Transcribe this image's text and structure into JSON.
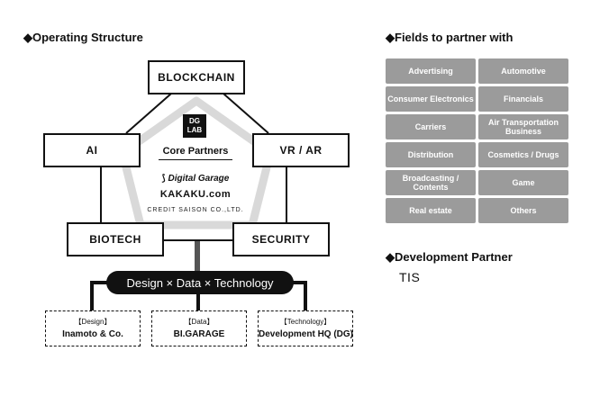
{
  "operating_structure": {
    "heading": "◆Operating Structure",
    "nodes": {
      "blockchain": "BLOCKCHAIN",
      "ai": "AI",
      "vr_ar": "VR / AR",
      "biotech": "BIOTECH",
      "security": "SECURITY"
    },
    "dg_lab_logo": {
      "line1": "DG",
      "line2": "LAB"
    },
    "core_partners": {
      "title": "Core Partners",
      "partners": [
        "Digital Garage",
        "KAKAKU.com",
        "CREDIT SAISON CO.,LTD."
      ]
    },
    "banner": "Design × Data × Technology",
    "teams": [
      {
        "role": "【Design】",
        "name": "Inamoto & Co."
      },
      {
        "role": "【Data】",
        "name": "BI.GARAGE"
      },
      {
        "role": "【Technology】",
        "name": "Development HQ (DG)"
      }
    ],
    "colors": {
      "ink": "#111111",
      "pentagon": "#d9d9d9"
    }
  },
  "fields": {
    "heading": "◆Fields to partner with",
    "items": [
      "Advertising",
      "Automotive",
      "Consumer Electronics",
      "Financials",
      "Carriers",
      "Air Transportation Business",
      "Distribution",
      "Cosmetics / Drugs",
      "Broadcasting / Contents",
      "Game",
      "Real estate",
      "Others"
    ],
    "tile_color": "#9b9b9b"
  },
  "development_partner": {
    "heading": "◆Development Partner",
    "name": "TIS"
  }
}
